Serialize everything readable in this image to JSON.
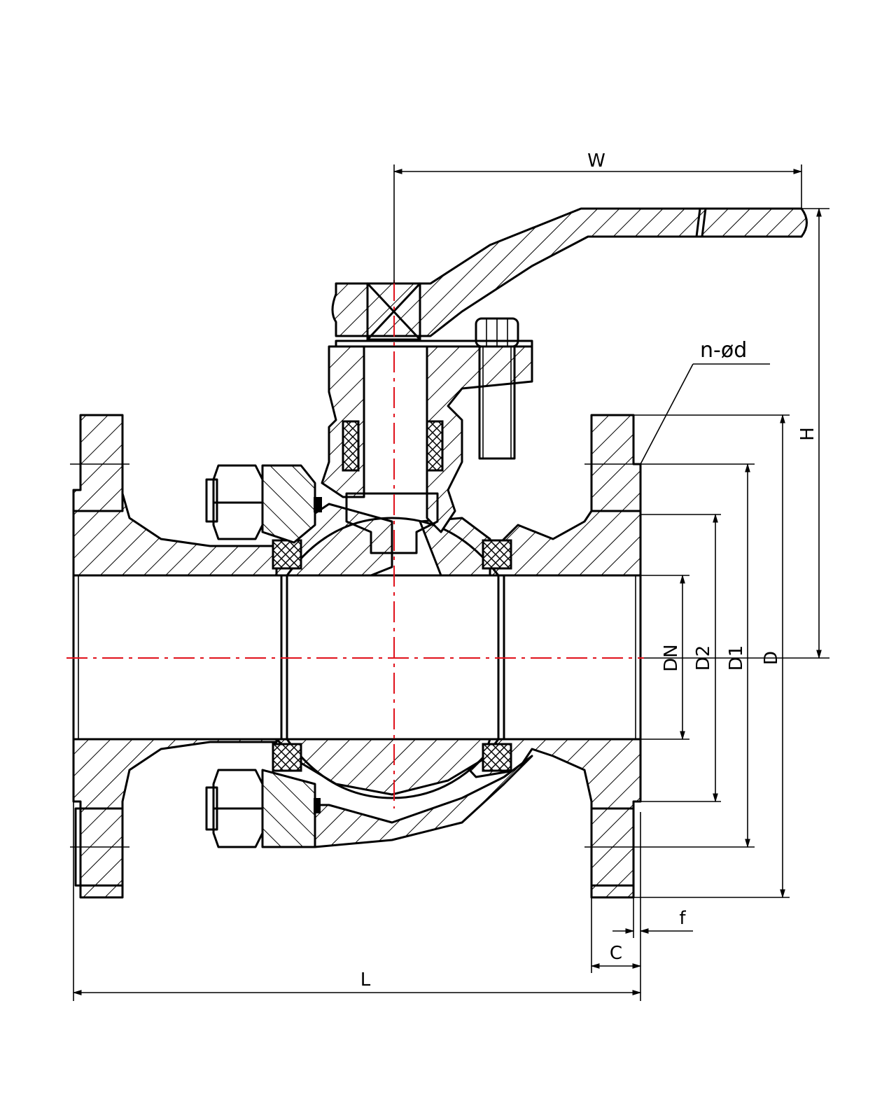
{
  "drawing": {
    "labels": {
      "width": "W",
      "height": "H",
      "bolt_holes": "n-ød",
      "nominal_diameter": "DN",
      "raised_face_diameter": "D2",
      "bolt_circle_diameter": "D1",
      "flange_outer_diameter": "D",
      "raised_face_height": "f",
      "flange_thickness": "C",
      "face_to_face_length": "L"
    },
    "colors": {
      "outline": "#000000",
      "centerline": "#e0111b",
      "background": "#ffffff"
    }
  }
}
